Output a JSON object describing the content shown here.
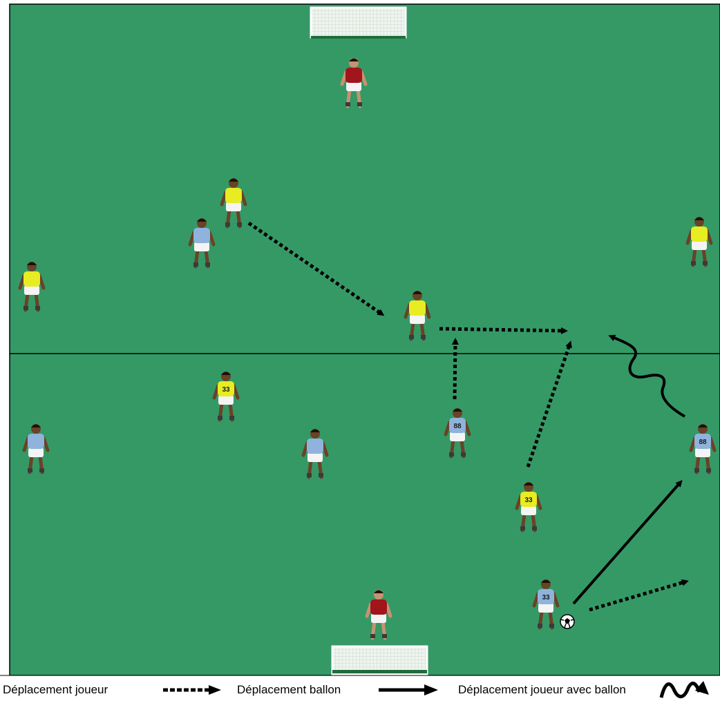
{
  "colors": {
    "pitch": "#359966",
    "line": "#000000",
    "team_yellow": "#e8ec22",
    "team_blue": "#8fb3dc",
    "keeper_red": "#a0161c",
    "shorts_white": "#f4f4f4",
    "skin": "#6a4226",
    "skin_light": "#c89270"
  },
  "legend": {
    "player_move": "Déplacement joueur",
    "ball_move": "Déplacement ballon",
    "dribble_move": "Déplacement joueur avec ballon"
  },
  "players": [
    {
      "team": "red-keeper",
      "number": "",
      "icon": "goalkeeper-red-icon"
    },
    {
      "team": "yellow",
      "number": "",
      "icon": "player-yellow-icon"
    },
    {
      "team": "blue",
      "number": "",
      "icon": "player-blue-icon"
    },
    {
      "team": "yellow",
      "number": "",
      "icon": "player-yellow-icon"
    },
    {
      "team": "yellow",
      "number": "",
      "icon": "player-yellow-icon"
    },
    {
      "team": "yellow",
      "number": "",
      "icon": "player-yellow-icon"
    },
    {
      "team": "yellow",
      "number": "33",
      "icon": "player-yellow-icon"
    },
    {
      "team": "blue",
      "number": "",
      "icon": "player-blue-icon"
    },
    {
      "team": "blue",
      "number": "",
      "icon": "player-blue-icon"
    },
    {
      "team": "blue",
      "number": "88",
      "icon": "player-blue-icon"
    },
    {
      "team": "yellow",
      "number": "33",
      "icon": "player-yellow-icon"
    },
    {
      "team": "blue",
      "number": "88",
      "icon": "player-blue-icon"
    },
    {
      "team": "blue",
      "number": "33",
      "icon": "player-blue-icon"
    },
    {
      "team": "red-keeper",
      "number": "",
      "icon": "goalkeeper-red-icon"
    }
  ]
}
